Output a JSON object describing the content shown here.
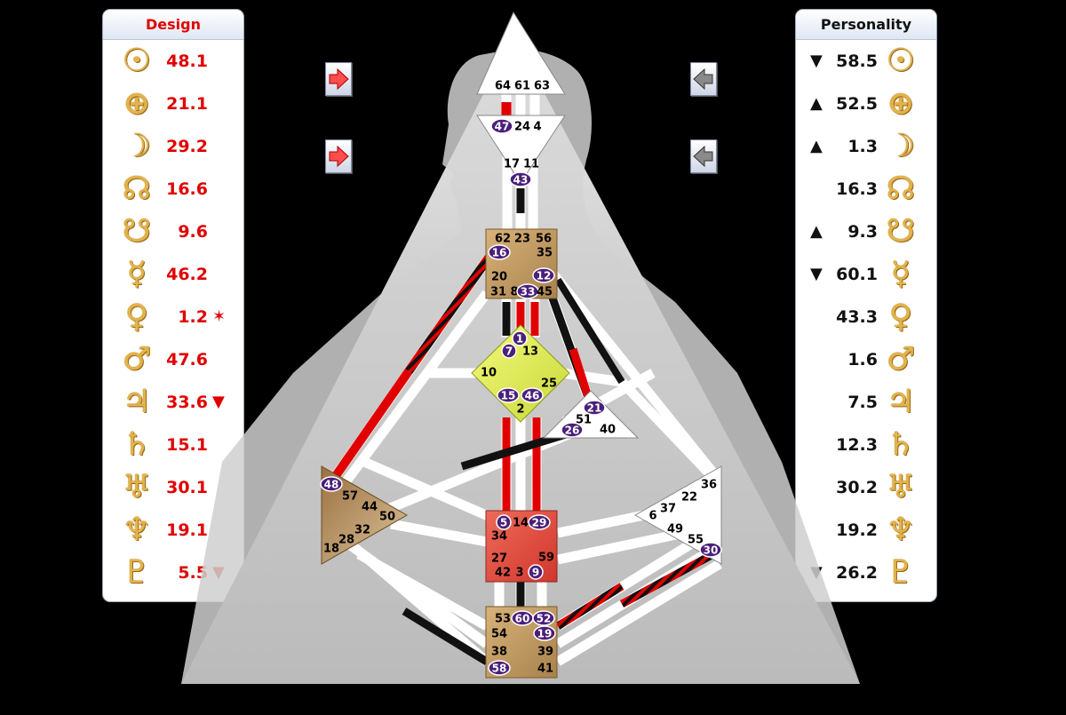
{
  "colors": {
    "design_red": "#e00000",
    "gold": "#e3b34b",
    "badge_purple": "#4a1f7a",
    "g_center": "#e3ee55",
    "sacral": "#e3473a",
    "tan_center": "#c49a63"
  },
  "design": {
    "title": "Design",
    "rows": [
      {
        "planet": "sun-icon",
        "glyph": "☉",
        "value": "48.1",
        "mark": ""
      },
      {
        "planet": "earth-icon",
        "glyph": "⊕",
        "value": "21.1",
        "mark": ""
      },
      {
        "planet": "moon-icon",
        "glyph": "☽",
        "value": "29.2",
        "mark": ""
      },
      {
        "planet": "north-node-icon",
        "glyph": "☊",
        "value": "16.6",
        "mark": ""
      },
      {
        "planet": "south-node-icon",
        "glyph": "☋",
        "value": "9.6",
        "mark": ""
      },
      {
        "planet": "mercury-icon",
        "glyph": "☿",
        "value": "46.2",
        "mark": ""
      },
      {
        "planet": "venus-icon",
        "glyph": "♀",
        "value": "1.2",
        "mark": "✶"
      },
      {
        "planet": "mars-icon",
        "glyph": "♂",
        "value": "47.6",
        "mark": ""
      },
      {
        "planet": "jupiter-icon",
        "glyph": "♃",
        "value": "33.6",
        "mark": "▼"
      },
      {
        "planet": "saturn-icon",
        "glyph": "♄",
        "value": "15.1",
        "mark": ""
      },
      {
        "planet": "uranus-icon",
        "glyph": "♅",
        "value": "30.1",
        "mark": ""
      },
      {
        "planet": "neptune-icon",
        "glyph": "♆",
        "value": "19.1",
        "mark": ""
      },
      {
        "planet": "pluto-icon",
        "glyph": "♇",
        "value": "5.5",
        "mark": "▼"
      }
    ]
  },
  "personality": {
    "title": "Personality",
    "rows": [
      {
        "planet": "sun-icon",
        "glyph": "☉",
        "value": "58.5",
        "mark": "▼"
      },
      {
        "planet": "earth-icon",
        "glyph": "⊕",
        "value": "52.5",
        "mark": "▲"
      },
      {
        "planet": "moon-icon",
        "glyph": "☽",
        "value": "1.3",
        "mark": "▲"
      },
      {
        "planet": "north-node-icon",
        "glyph": "☊",
        "value": "16.3",
        "mark": ""
      },
      {
        "planet": "south-node-icon",
        "glyph": "☋",
        "value": "9.3",
        "mark": "▲"
      },
      {
        "planet": "mercury-icon",
        "glyph": "☿",
        "value": "60.1",
        "mark": "▼"
      },
      {
        "planet": "venus-icon",
        "glyph": "♀",
        "value": "43.3",
        "mark": ""
      },
      {
        "planet": "mars-icon",
        "glyph": "♂",
        "value": "1.6",
        "mark": ""
      },
      {
        "planet": "jupiter-icon",
        "glyph": "♃",
        "value": "7.5",
        "mark": ""
      },
      {
        "planet": "saturn-icon",
        "glyph": "♄",
        "value": "12.3",
        "mark": ""
      },
      {
        "planet": "uranus-icon",
        "glyph": "♅",
        "value": "30.2",
        "mark": ""
      },
      {
        "planet": "neptune-icon",
        "glyph": "♆",
        "value": "19.2",
        "mark": ""
      },
      {
        "planet": "pluto-icon",
        "glyph": "♇",
        "value": "26.2",
        "mark": "▼"
      }
    ]
  },
  "nav_buttons": [
    {
      "name": "design-next-button-1",
      "icon": "red-arrow-right-icon"
    },
    {
      "name": "design-next-button-2",
      "icon": "red-arrow-right-icon"
    },
    {
      "name": "personality-prev-button-1",
      "icon": "gray-arrow-left-icon"
    },
    {
      "name": "personality-prev-button-2",
      "icon": "gray-arrow-left-icon"
    }
  ],
  "gates": {
    "g64": {
      "label": "64",
      "active": false
    },
    "g61": {
      "label": "61",
      "active": false
    },
    "g63": {
      "label": "63",
      "active": false
    },
    "g47": {
      "label": "47",
      "active": true
    },
    "g24": {
      "label": "24",
      "active": false
    },
    "g4": {
      "label": "4",
      "active": false
    },
    "g17": {
      "label": "17",
      "active": false
    },
    "g11": {
      "label": "11",
      "active": false
    },
    "g43": {
      "label": "43",
      "active": true
    },
    "g62": {
      "label": "62",
      "active": false
    },
    "g23": {
      "label": "23",
      "active": false
    },
    "g56": {
      "label": "56",
      "active": false
    },
    "g16": {
      "label": "16",
      "active": true
    },
    "g35": {
      "label": "35",
      "active": false
    },
    "g20": {
      "label": "20",
      "active": false
    },
    "g12": {
      "label": "12",
      "active": true
    },
    "g31": {
      "label": "31",
      "active": false
    },
    "g8": {
      "label": "8",
      "active": false
    },
    "g33": {
      "label": "33",
      "active": true
    },
    "g45": {
      "label": "45",
      "active": false
    },
    "g1": {
      "label": "1",
      "active": true
    },
    "g7": {
      "label": "7",
      "active": true
    },
    "g13": {
      "label": "13",
      "active": false
    },
    "g10": {
      "label": "10",
      "active": false
    },
    "g25": {
      "label": "25",
      "active": false
    },
    "g15": {
      "label": "15",
      "active": true
    },
    "g46": {
      "label": "46",
      "active": true
    },
    "g2": {
      "label": "2",
      "active": false
    },
    "g21": {
      "label": "21",
      "active": true
    },
    "g51": {
      "label": "51",
      "active": false
    },
    "g26": {
      "label": "26",
      "active": true
    },
    "g40": {
      "label": "40",
      "active": false
    },
    "g48": {
      "label": "48",
      "active": true
    },
    "g57": {
      "label": "57",
      "active": false
    },
    "g44": {
      "label": "44",
      "active": false
    },
    "g50": {
      "label": "50",
      "active": false
    },
    "g32": {
      "label": "32",
      "active": false
    },
    "g28": {
      "label": "28",
      "active": false
    },
    "g18": {
      "label": "18",
      "active": false
    },
    "g36": {
      "label": "36",
      "active": false
    },
    "g22": {
      "label": "22",
      "active": false
    },
    "g37": {
      "label": "37",
      "active": false
    },
    "g6": {
      "label": "6",
      "active": false
    },
    "g49": {
      "label": "49",
      "active": false
    },
    "g55": {
      "label": "55",
      "active": false
    },
    "g30": {
      "label": "30",
      "active": true
    },
    "g5": {
      "label": "5",
      "active": true
    },
    "g14": {
      "label": "14",
      "active": false
    },
    "g29": {
      "label": "29",
      "active": true
    },
    "g34": {
      "label": "34",
      "active": false
    },
    "g27": {
      "label": "27",
      "active": false
    },
    "g59": {
      "label": "59",
      "active": false
    },
    "g42": {
      "label": "42",
      "active": false
    },
    "g3": {
      "label": "3",
      "active": false
    },
    "g9": {
      "label": "9",
      "active": true
    },
    "g53": {
      "label": "53",
      "active": false
    },
    "g60": {
      "label": "60",
      "active": true
    },
    "g52": {
      "label": "52",
      "active": true
    },
    "g54": {
      "label": "54",
      "active": false
    },
    "g19": {
      "label": "19",
      "active": true
    },
    "g38": {
      "label": "38",
      "active": false
    },
    "g39": {
      "label": "39",
      "active": false
    },
    "g58": {
      "label": "58",
      "active": true
    },
    "g41": {
      "label": "41",
      "active": false
    }
  }
}
